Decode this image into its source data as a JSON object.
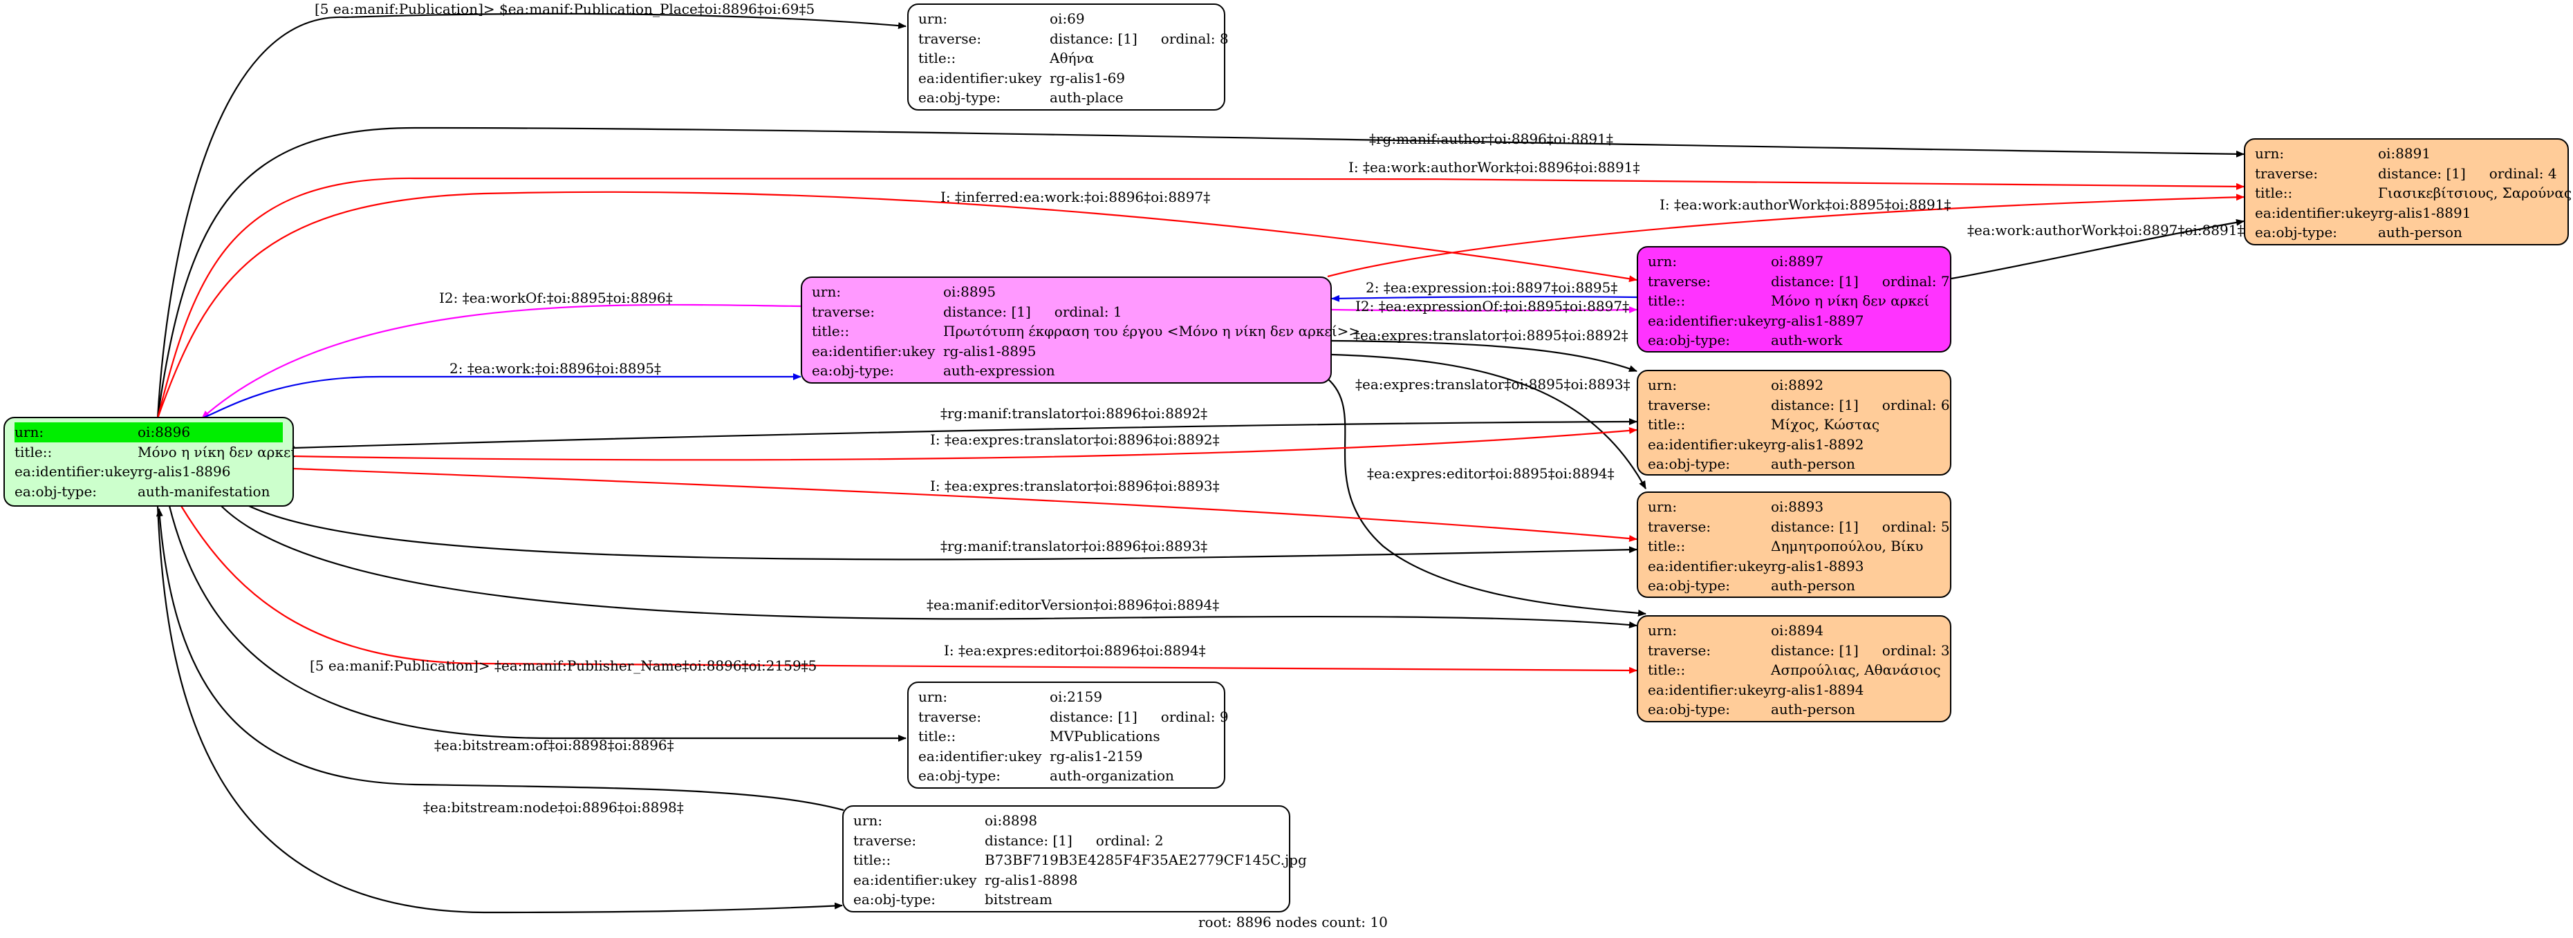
{
  "colors": {
    "root_fill": "#ccffcc",
    "root_highlight": "#00ee00",
    "person_fill": "#ffcc99",
    "expression_fill": "#ff99ff",
    "work_fill": "#ff33ff",
    "plain_fill": "#ffffff",
    "edge_black": "#000000",
    "edge_red": "#ff0000",
    "edge_blue": "#0000ee",
    "edge_magenta": "#ff00ff"
  },
  "nodes": {
    "n8896": {
      "urn_label": "urn:",
      "urn": "oi:8896",
      "title_label": "title::",
      "title": "Μόνο η νίκη δεν αρκεί",
      "ukey_label": "ea:identifier:ukey",
      "ukey": "rg-alis1-8896",
      "type_label": "ea:obj-type:",
      "type": "auth-manifestation"
    },
    "n69": {
      "urn_label": "urn:",
      "urn": "oi:69",
      "traverse_label": "traverse:",
      "distance": "distance: [1]",
      "ordinal": "ordinal: 8",
      "title_label": "title::",
      "title": "Αθήνα",
      "ukey_label": "ea:identifier:ukey",
      "ukey": "rg-alis1-69",
      "type_label": "ea:obj-type:",
      "type": "auth-place"
    },
    "n8891": {
      "urn_label": "urn:",
      "urn": "oi:8891",
      "traverse_label": "traverse:",
      "distance": "distance: [1]",
      "ordinal": "ordinal: 4",
      "title_label": "title::",
      "title": "Γιασικεβίτσιους, Σαρούνας",
      "ukey_label": "ea:identifier:ukey",
      "ukey": "rg-alis1-8891",
      "type_label": "ea:obj-type:",
      "type": "auth-person"
    },
    "n8895": {
      "urn_label": "urn:",
      "urn": "oi:8895",
      "traverse_label": "traverse:",
      "distance": "distance: [1]",
      "ordinal": "ordinal: 1",
      "title_label": "title::",
      "title": "Πρωτότυπη έκφραση του έργου <Μόνο η νίκη δεν αρκεί>>",
      "ukey_label": "ea:identifier:ukey",
      "ukey": "rg-alis1-8895",
      "type_label": "ea:obj-type:",
      "type": "auth-expression"
    },
    "n8897": {
      "urn_label": "urn:",
      "urn": "oi:8897",
      "traverse_label": "traverse:",
      "distance": "distance: [1]",
      "ordinal": "ordinal: 7",
      "title_label": "title::",
      "title": "Μόνο η νίκη δεν αρκεί",
      "ukey_label": "ea:identifier:ukey",
      "ukey": "rg-alis1-8897",
      "type_label": "ea:obj-type:",
      "type": "auth-work"
    },
    "n8892": {
      "urn_label": "urn:",
      "urn": "oi:8892",
      "traverse_label": "traverse:",
      "distance": "distance: [1]",
      "ordinal": "ordinal: 6",
      "title_label": "title::",
      "title": "Μίχος, Κώστας",
      "ukey_label": "ea:identifier:ukey",
      "ukey": "rg-alis1-8892",
      "type_label": "ea:obj-type:",
      "type": "auth-person"
    },
    "n8893": {
      "urn_label": "urn:",
      "urn": "oi:8893",
      "traverse_label": "traverse:",
      "distance": "distance: [1]",
      "ordinal": "ordinal: 5",
      "title_label": "title::",
      "title": "Δημητροπούλου, Βίκυ",
      "ukey_label": "ea:identifier:ukey",
      "ukey": "rg-alis1-8893",
      "type_label": "ea:obj-type:",
      "type": "auth-person"
    },
    "n8894": {
      "urn_label": "urn:",
      "urn": "oi:8894",
      "traverse_label": "traverse:",
      "distance": "distance: [1]",
      "ordinal": "ordinal: 3",
      "title_label": "title::",
      "title": "Ασπρούλιας, Αθανάσιος",
      "ukey_label": "ea:identifier:ukey",
      "ukey": "rg-alis1-8894",
      "type_label": "ea:obj-type:",
      "type": "auth-person"
    },
    "n2159": {
      "urn_label": "urn:",
      "urn": "oi:2159",
      "traverse_label": "traverse:",
      "distance": "distance: [1]",
      "ordinal": "ordinal: 9",
      "title_label": "title::",
      "title": "MVPublications",
      "ukey_label": "ea:identifier:ukey",
      "ukey": "rg-alis1-2159",
      "type_label": "ea:obj-type:",
      "type": "auth-organization"
    },
    "n8898": {
      "urn_label": "urn:",
      "urn": "oi:8898",
      "traverse_label": "traverse:",
      "distance": "distance: [1]",
      "ordinal": "ordinal: 2",
      "title_label": "title::",
      "title": "B73BF719B3E4285F4F35AE2779CF145C.jpg",
      "ukey_label": "ea:identifier:ukey",
      "ukey": "rg-alis1-8898",
      "type_label": "ea:obj-type:",
      "type": "bitstream"
    }
  },
  "edges": [
    {
      "id": "e_place",
      "label": "[5 ea:manif:Publication]> $ea:manif:Publication_Place‡oi:8896‡oi:69‡5",
      "color": "black"
    },
    {
      "id": "e_author",
      "label": "‡rg:manif:author‡oi:8896‡oi:8891‡",
      "color": "black"
    },
    {
      "id": "e_authwork_r",
      "label": "I: ‡ea:work:authorWork‡oi:8896‡oi:8891‡",
      "color": "red"
    },
    {
      "id": "e_inferred",
      "label": "I: ‡inferred:ea:work:‡oi:8896‡oi:8897‡",
      "color": "red"
    },
    {
      "id": "e_authwork2_r",
      "label": "I: ‡ea:work:authorWork‡oi:8895‡oi:8891‡",
      "color": "red"
    },
    {
      "id": "e_authwork3",
      "label": "‡ea:work:authorWork‡oi:8897‡oi:8891‡",
      "color": "black"
    },
    {
      "id": "e_workof",
      "label": "I2: ‡ea:workOf:‡oi:8895‡oi:8896‡",
      "color": "magenta"
    },
    {
      "id": "e_expression",
      "label": "2: ‡ea:expression:‡oi:8897‡oi:8895‡",
      "color": "blue"
    },
    {
      "id": "e_exprof",
      "label": "I2: ‡ea:expressionOf:‡oi:8895‡oi:8897‡",
      "color": "magenta"
    },
    {
      "id": "e_work",
      "label": "2: ‡ea:work:‡oi:8896‡oi:8895‡",
      "color": "blue"
    },
    {
      "id": "e_tr_8892",
      "label": "‡ea:expres:translator‡oi:8895‡oi:8892‡",
      "color": "black"
    },
    {
      "id": "e_tr_8893",
      "label": "‡ea:expres:translator‡oi:8895‡oi:8893‡",
      "color": "black"
    },
    {
      "id": "e_ed_8894",
      "label": "‡ea:expres:editor‡oi:8895‡oi:8894‡",
      "color": "black"
    },
    {
      "id": "e_mtr_8892",
      "label": "‡rg:manif:translator‡oi:8896‡oi:8892‡",
      "color": "black"
    },
    {
      "id": "e_mtr_8892_r",
      "label": "I: ‡ea:expres:translator‡oi:8896‡oi:8892‡",
      "color": "red"
    },
    {
      "id": "e_mtr_8893_r",
      "label": "I: ‡ea:expres:translator‡oi:8896‡oi:8893‡",
      "color": "red"
    },
    {
      "id": "e_mtr_8893",
      "label": "‡rg:manif:translator‡oi:8896‡oi:8893‡",
      "color": "black"
    },
    {
      "id": "e_editor_ver",
      "label": "‡ea:manif:editorVersion‡oi:8896‡oi:8894‡",
      "color": "black"
    },
    {
      "id": "e_editor_r",
      "label": "I: ‡ea:expres:editor‡oi:8896‡oi:8894‡",
      "color": "red"
    },
    {
      "id": "e_publisher",
      "label": "[5 ea:manif:Publication]> ‡ea:manif:Publisher_Name‡oi:8896‡oi:2159‡5",
      "color": "black"
    },
    {
      "id": "e_bs_of",
      "label": "‡ea:bitstream:of‡oi:8898‡oi:8896‡",
      "color": "black"
    },
    {
      "id": "e_bs_node",
      "label": "‡ea:bitstream:node‡oi:8896‡oi:8898‡",
      "color": "black"
    }
  ],
  "footer": "root: 8896 nodes count: 10"
}
